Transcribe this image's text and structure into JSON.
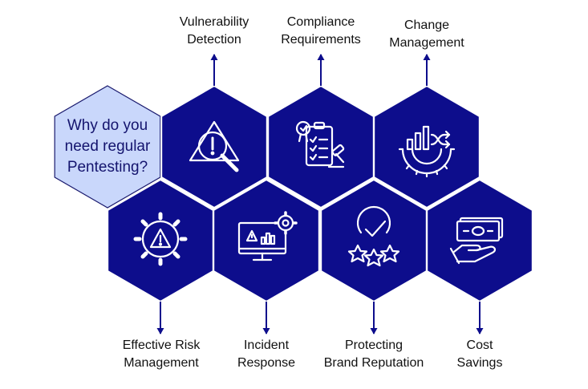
{
  "diagram": {
    "center_question": [
      "Why do you",
      "need regular",
      "Pentesting?"
    ],
    "top_items": [
      {
        "label": [
          "Vulnerability",
          "Detection"
        ],
        "icon": "vulnerability-search-icon"
      },
      {
        "label": [
          "Compliance",
          "Requirements"
        ],
        "icon": "compliance-checklist-icon"
      },
      {
        "label": [
          "Change",
          "Management"
        ],
        "icon": "change-gear-icon"
      }
    ],
    "bottom_items": [
      {
        "label": [
          "Effective Risk",
          "Management"
        ],
        "icon": "risk-gear-icon"
      },
      {
        "label": [
          "Incident",
          "Response"
        ],
        "icon": "incident-monitor-icon"
      },
      {
        "label": [
          "Protecting",
          "Brand Reputation"
        ],
        "icon": "reputation-stars-icon"
      },
      {
        "label": [
          "Cost",
          "Savings"
        ],
        "icon": "money-hand-icon"
      }
    ],
    "colors": {
      "hex_fill": "#0d0d8c",
      "question_fill": "#c9d7fb",
      "question_stroke": "#1a1a6e",
      "icon_stroke": "#ffffff",
      "connector": "#0d0d8c",
      "label_text": "#111111"
    }
  }
}
